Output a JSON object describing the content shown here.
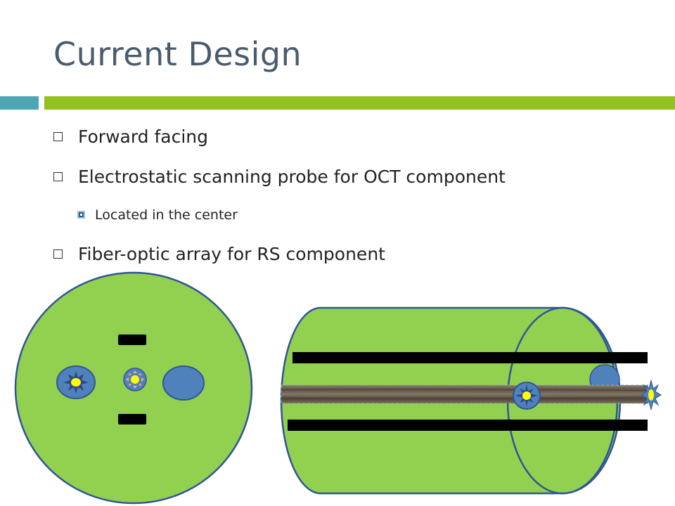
{
  "slide": {
    "title": "Current Design",
    "bullets": [
      {
        "text": "Forward facing",
        "level": 1
      },
      {
        "text": "Electrostatic scanning probe for OCT component",
        "level": 1
      },
      {
        "text": "Located in the center",
        "level": 2
      },
      {
        "text": "Fiber-optic array for RS component",
        "level": 1
      }
    ]
  },
  "colors": {
    "title": "#4b5b6e",
    "accent_teal": "#4ea6b3",
    "accent_green": "#93c120",
    "probe_body": "#92d050",
    "outline": "#2f5597",
    "element_blue": "#4f81bd",
    "core_yellow": "#ffff00",
    "rod_black": "#000000",
    "fiber_gray": "#6e6353"
  }
}
